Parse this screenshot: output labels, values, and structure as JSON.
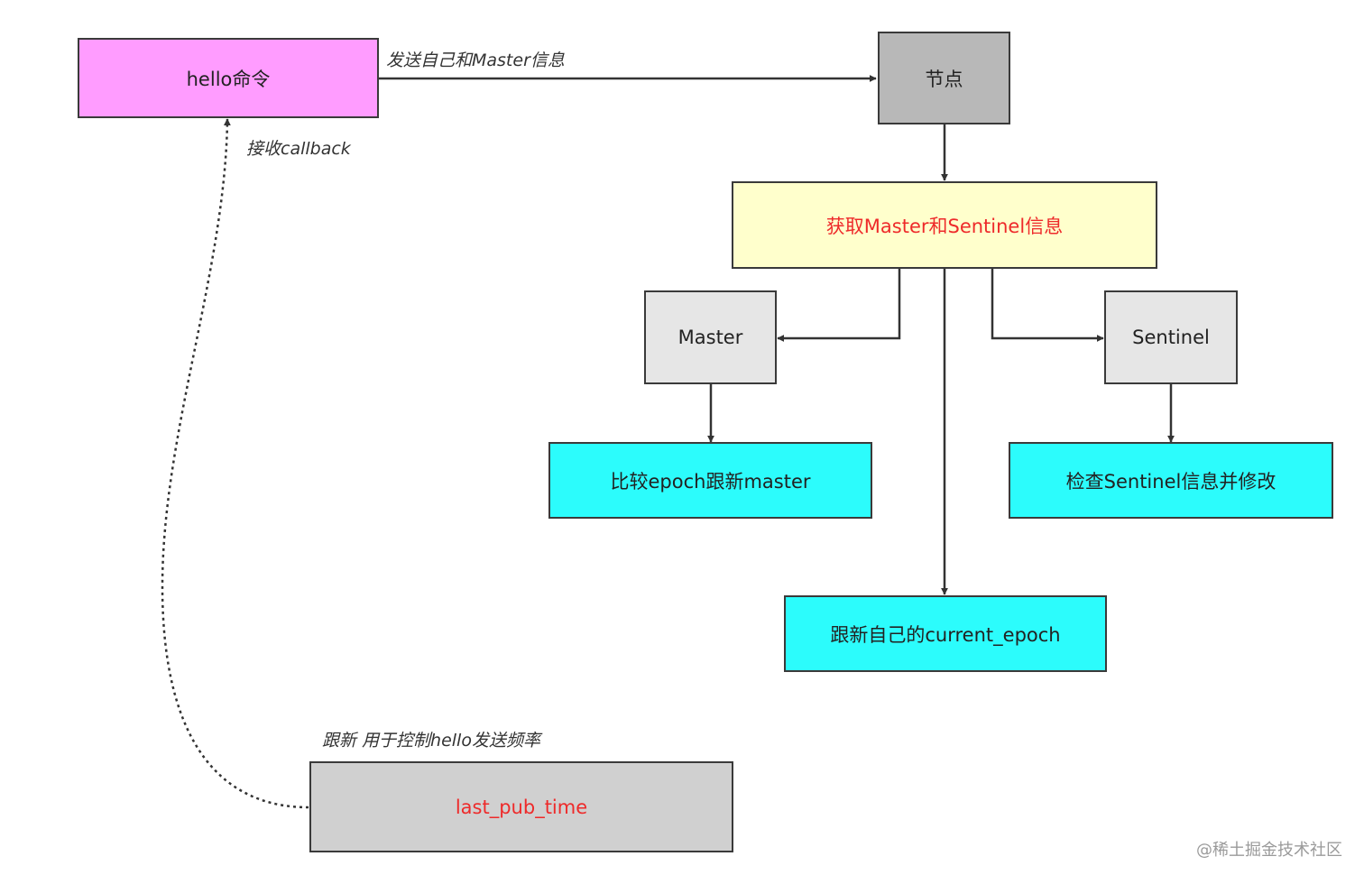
{
  "colors": {
    "hello": "#ff9cff",
    "node": "#b8b8b8",
    "fetch": "#ffffcc",
    "gray_box": "#e6e6e6",
    "cyan": "#2cfcfc",
    "last_pub": "#d0d0d0",
    "red_text": "#ee2a2a",
    "line": "#333333"
  },
  "nodes": {
    "hello_cmd": "hello命令",
    "node": "节点",
    "fetch_info": "获取Master和Sentinel信息",
    "master": "Master",
    "sentinel": "Sentinel",
    "compare_epoch": "比较epoch跟新master",
    "check_sentinel": "检查Sentinel信息并修改",
    "update_epoch": "跟新自己的current_epoch",
    "last_pub_time": "last_pub_time"
  },
  "edges": {
    "send_label": "发送自己和Master信息",
    "callback_label": "接收callback",
    "update_label": "跟新 用于控制hello发送频率"
  },
  "watermark": "@稀土掘金技术社区"
}
